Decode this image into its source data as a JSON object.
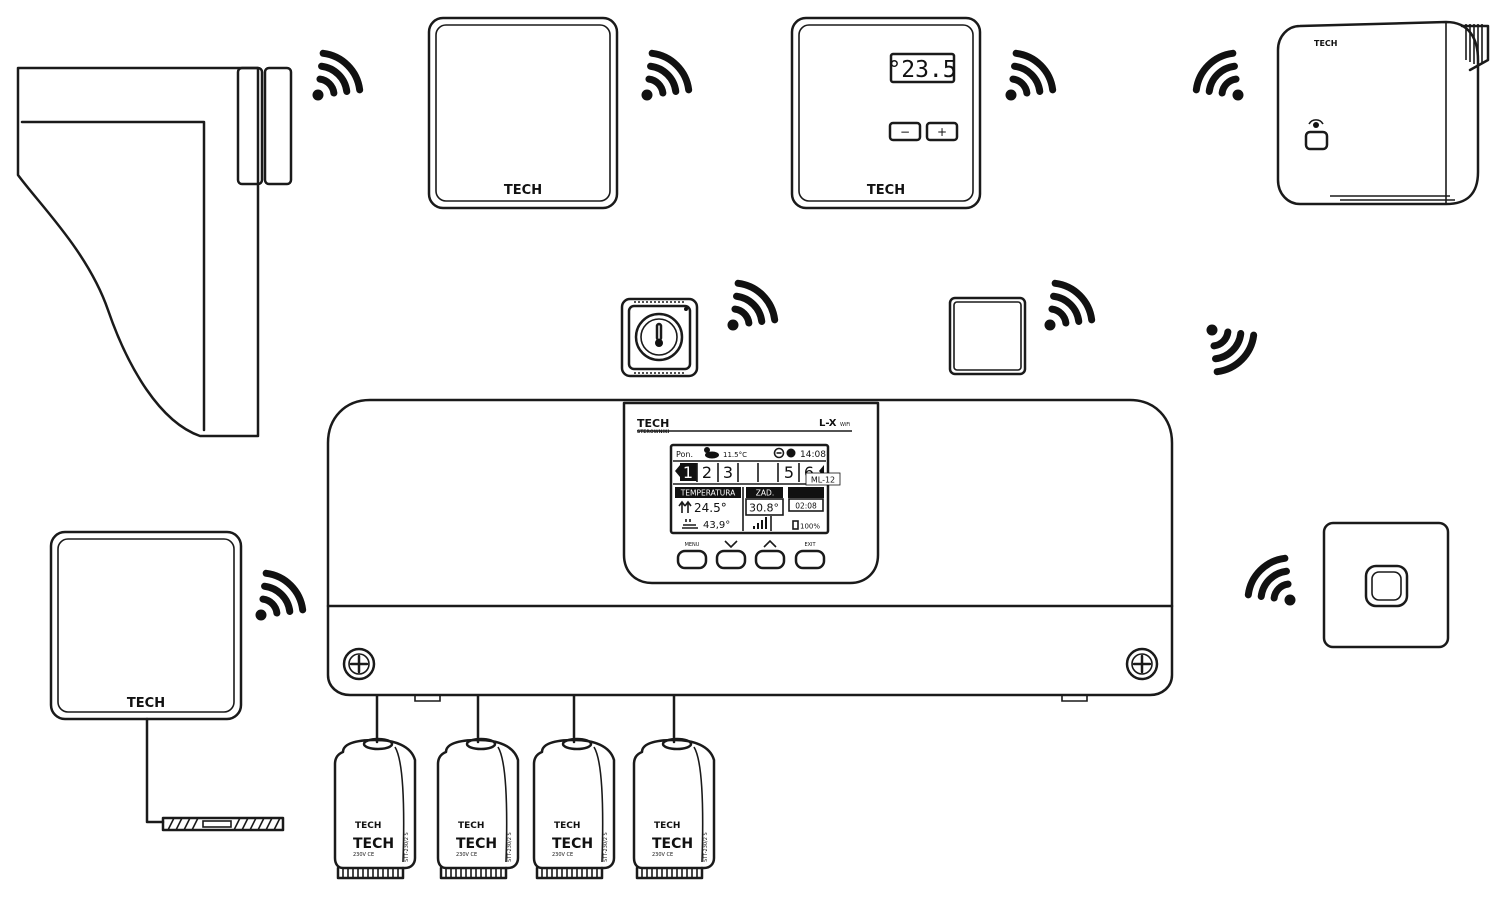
{
  "brand": "TECH",
  "brand_alt": "TECH",
  "controller": {
    "brand": "TECH",
    "sub": "STEROWNIKI",
    "model": "L-X",
    "model_suffix": "WiFi",
    "tag": "ML-12"
  },
  "lcd": {
    "day": "Pon.",
    "outdoor_temp": "11.5°C",
    "time": "14:08",
    "zones": [
      "1",
      "2",
      "3",
      "",
      "",
      "5",
      "6"
    ],
    "temp_header": "TEMPERATURA",
    "temp_current": "24.5°",
    "temp_floor": "43,9°",
    "zad_header": "ZAD.",
    "zad_value": "30.8°",
    "timer": "02:08",
    "battery": "100%"
  },
  "buttons": [
    "MENU",
    "EXIT"
  ],
  "room_thermostat": {
    "display": "°23.5",
    "minus": "−",
    "plus": "+"
  },
  "actuator": {
    "brand": "TECH",
    "model": "STT-230/2 S",
    "spec": "230V CE"
  }
}
